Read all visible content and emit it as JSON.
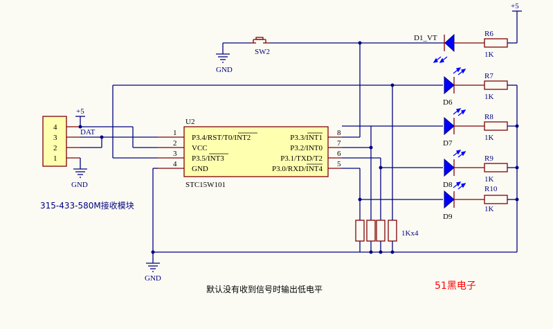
{
  "power_label": "+5",
  "ground_label": "GND",
  "switch": {
    "ref": "SW2"
  },
  "diode": {
    "ref": "D1_VT"
  },
  "leds": [
    "D6",
    "D7",
    "D8",
    "D9"
  ],
  "resistors": [
    {
      "ref": "R6",
      "value": "1K"
    },
    {
      "ref": "R7",
      "value": "1K"
    },
    {
      "ref": "R8",
      "value": "1K"
    },
    {
      "ref": "R9",
      "value": "1K"
    },
    {
      "ref": "R10",
      "value": "1K"
    }
  ],
  "pulldown_network": "1Kx4",
  "chip": {
    "ref": "U2",
    "part": "STC15W101",
    "left_pins": [
      {
        "num": "1",
        "name": "P3.4/RST/T0/INT2"
      },
      {
        "num": "2",
        "name": "VCC"
      },
      {
        "num": "3",
        "name": "P3.5/INT3"
      },
      {
        "num": "4",
        "name": "GND"
      }
    ],
    "right_pins": [
      {
        "num": "8",
        "name": "P3.3/INT1"
      },
      {
        "num": "7",
        "name": "P3.2/INT0"
      },
      {
        "num": "6",
        "name": "P3.1/TXD/T2"
      },
      {
        "num": "5",
        "name": "P3.0/RXD/INT4"
      }
    ]
  },
  "connector": {
    "pins": [
      "4",
      "3",
      "2",
      "1"
    ],
    "net_label": "DAT",
    "module_caption": "315-433-580M接收模块"
  },
  "notes": {
    "default_state": "默认没有收到信号时输出低电平",
    "brand": "51黑电子"
  }
}
